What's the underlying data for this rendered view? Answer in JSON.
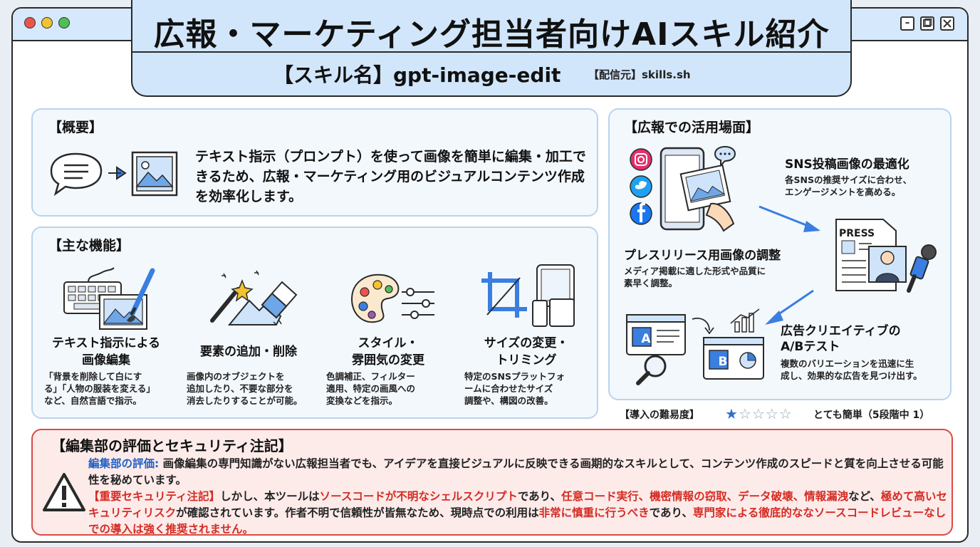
{
  "window": {
    "controls": {
      "minimize_icon": "minimize-icon",
      "maximize_icon": "maximize-icon",
      "close_icon": "close-icon"
    }
  },
  "header": {
    "title": "広報・マーケティング担当者向けAIスキル紹介",
    "skill_name": "【スキル名】gpt-image-edit",
    "source": "【配信元】skills.sh"
  },
  "overview": {
    "heading": "【概要】",
    "text": "テキスト指示（プロンプト）を使って画像を簡単に編集・加工できるため、広報・マーケティング用のビジュアルコンテンツ作成を効率化します。"
  },
  "features": {
    "heading": "【主な機能】",
    "items": [
      {
        "name": "テキスト指示による\n画像編集",
        "desc": "「背景を削除して白にす\nる」「人物の服装を変える」\nなど、自然言語で指示。",
        "icon": "keyboard-image-brush-icon"
      },
      {
        "name": "要素の追加・削除",
        "desc": "画像内のオブジェクトを\n追加したり、不要な部分を\n消去したりすることが可能。",
        "icon": "magic-wand-eraser-icon"
      },
      {
        "name": "スタイル・\n雰囲気の変更",
        "desc": "色調補正、フィルター\n適用、特定の画風への\n変換などを指示。",
        "icon": "palette-sliders-icon"
      },
      {
        "name": "サイズの変更・\nトリミング",
        "desc": "特定のSNSプラットフォ\nームに合わせたサイズ\n調整や、構図の改善。",
        "icon": "crop-devices-icon"
      }
    ]
  },
  "usecases": {
    "heading": "【広報での活用場面】",
    "items": [
      {
        "title": "SNS投稿画像の最適化",
        "desc": "各SNSの推奨サイズに合わせ、\nエンゲージメントを高める。"
      },
      {
        "title": "プレスリリース用画像の調整",
        "desc": "メディア掲載に適した形式や品質に\n素早く調整。"
      },
      {
        "title": "広告クリエイティブの\nA/Bテスト",
        "desc": "複数のバリエーションを迅速に生\n成し、効果的な広告を見つけ出す。"
      }
    ],
    "press_label": "PRESS",
    "variant_a": "A",
    "variant_b": "B"
  },
  "difficulty": {
    "label": "【導入の難易度】",
    "rating": 1,
    "max": 5,
    "text": "とても簡単（5段階中 1）"
  },
  "review": {
    "heading": "【編集部の評価とセキュリティ注記】",
    "eval_label": "編集部の評価:",
    "eval_text": " 画像編集の専門知識がない広報担当者でも、アイデアを直接ビジュアルに反映できる画期的なスキルとして、コンテンツ作成のスピードと質を向上させる可能性を秘めています。",
    "security_label": "【重要セキュリティ注記】",
    "s1": "しかし、本ツールは",
    "s2": "ソースコードが不明なシェルスクリプト",
    "s3": "であり、",
    "s4": "任意コード実行、機密情報の窃取、データ破壊、情報漏洩",
    "s5": "など、",
    "s6": "極めて高いセキュリティリスク",
    "s7": "が確認されています。作者不明で信頼性が皆無なため、現時点での利用は",
    "s8": "非常に慎重に行うべき",
    "s9": "であり、",
    "s10": "専門家による徹底的ななソースコードレビューなしでの導入は強く推奨されません。"
  },
  "colors": {
    "accent_blue": "#2161c4",
    "warning_red": "#d42b22",
    "panel_bg": "#f3f8fd",
    "title_bg": "#d2e6fb"
  }
}
